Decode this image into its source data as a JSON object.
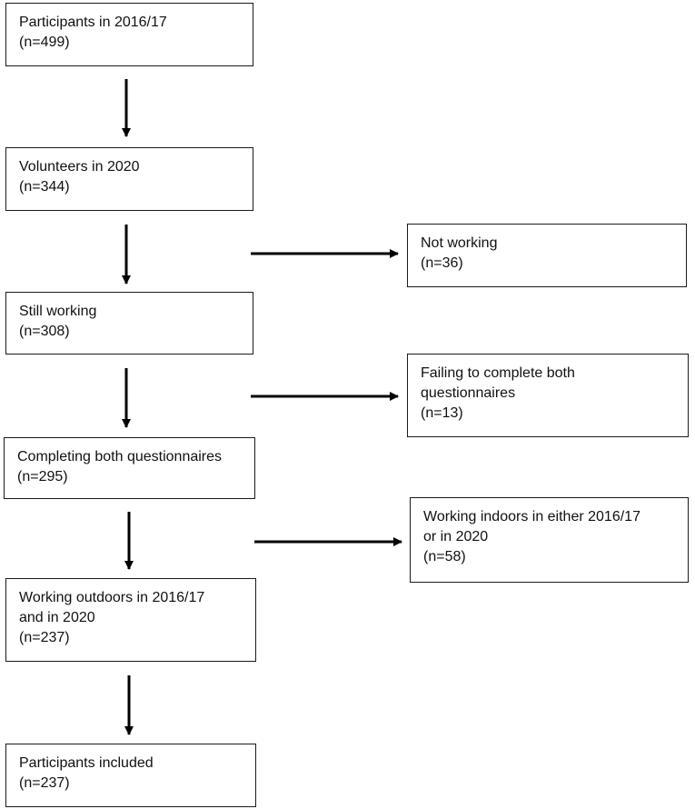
{
  "flowchart": {
    "main": [
      {
        "lines": [
          "Participants in 2016/17",
          "(n=499)"
        ]
      },
      {
        "lines": [
          "Volunteers in 2020",
          "(n=344)"
        ]
      },
      {
        "lines": [
          "Still working",
          "(n=308)"
        ]
      },
      {
        "lines": [
          "Completing both questionnaires",
          "(n=295)"
        ]
      },
      {
        "lines": [
          "Working outdoors in 2016/17",
          "and in 2020",
          "(n=237)"
        ]
      },
      {
        "lines": [
          "Participants included",
          "(n=237)"
        ]
      }
    ],
    "exclusions": [
      {
        "lines": [
          "Not working",
          "(n=36)"
        ]
      },
      {
        "lines": [
          "Failing to complete both",
          "questionnaires",
          "(n=13)"
        ]
      },
      {
        "lines": [
          "Working indoors in either 2016/17",
          "or in 2020",
          "(n=58)"
        ]
      }
    ]
  }
}
